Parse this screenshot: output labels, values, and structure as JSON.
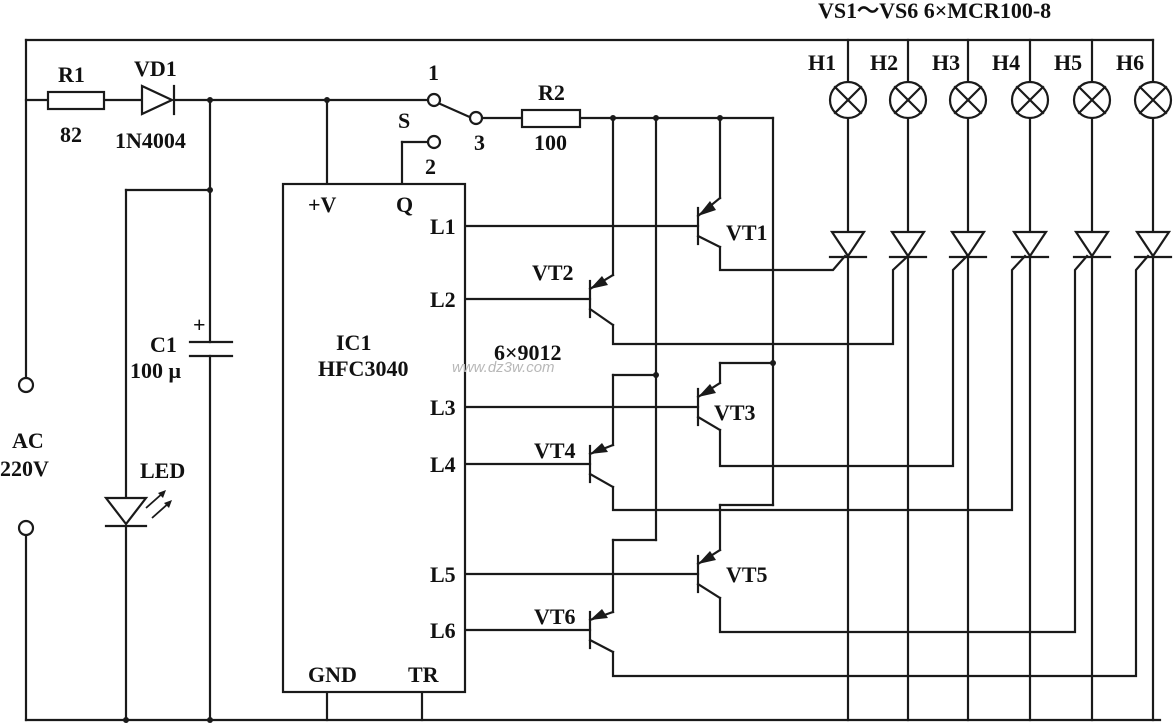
{
  "header": {
    "thyristor_label": "VS1～VS6  6×MCR100-8"
  },
  "components": {
    "r1": {
      "ref": "R1",
      "value": "82"
    },
    "vd1": {
      "ref": "VD1",
      "value": "1N4004"
    },
    "r2": {
      "ref": "R2",
      "value": "100"
    },
    "c1": {
      "ref": "C1",
      "value": "100 μ",
      "polarity": "+"
    },
    "led": {
      "ref": "LED"
    },
    "ac": {
      "line1": "AC",
      "line2": "220V"
    },
    "switch": {
      "ref": "S",
      "pos1": "1",
      "pos2": "2",
      "pos3": "3"
    },
    "ic": {
      "ref": "IC1",
      "part": "HFC3040",
      "pins": {
        "vplus": "+V",
        "q": "Q",
        "l1": "L1",
        "l2": "L2",
        "l3": "L3",
        "l4": "L4",
        "l5": "L5",
        "l6": "L6",
        "gnd": "GND",
        "tr": "TR"
      }
    },
    "transistor_note": "6×9012",
    "transistors": [
      "VT1",
      "VT2",
      "VT3",
      "VT4",
      "VT5",
      "VT6"
    ],
    "lamps": [
      "H1",
      "H2",
      "H3",
      "H4",
      "H5",
      "H6"
    ]
  },
  "watermark": "www.dz3w.com",
  "colors": {
    "ink": "#1a1a1a",
    "background": "#ffffff",
    "watermark": "#b8b8b8"
  }
}
